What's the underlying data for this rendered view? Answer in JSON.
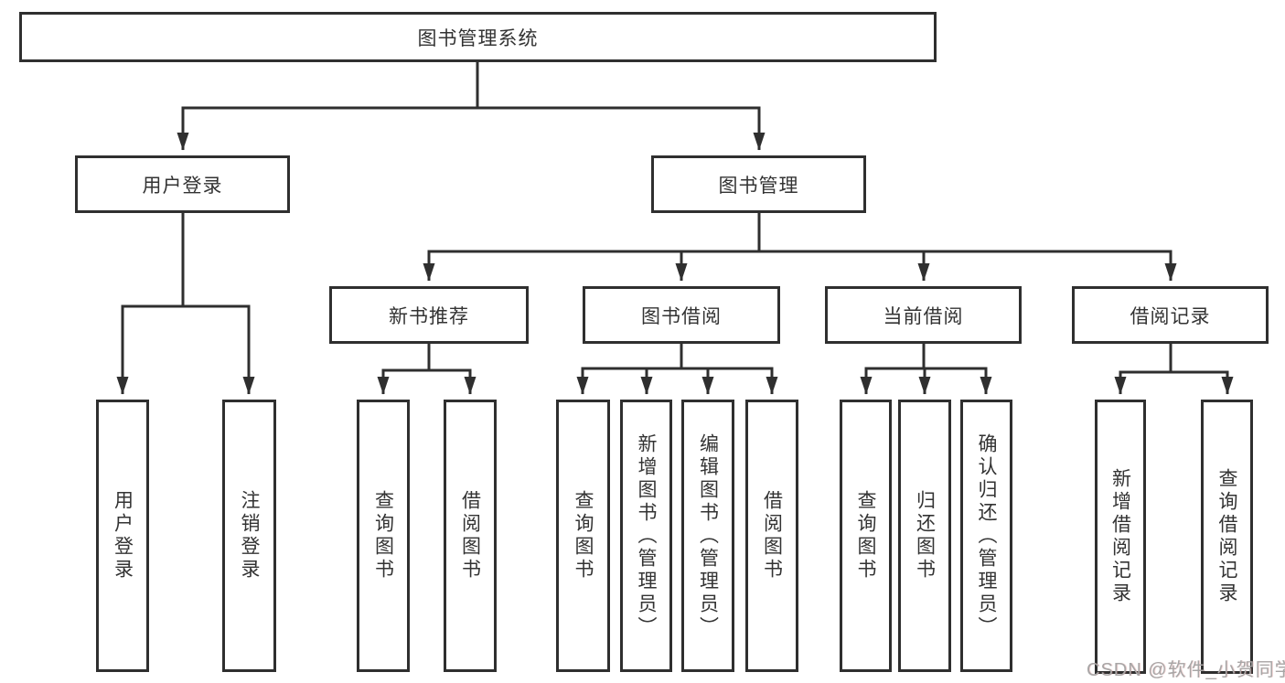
{
  "diagram": {
    "title": "图书管理系统",
    "type": "hierarchy-tree",
    "line_color": "#333333",
    "box_border_color": "#2f2f2f",
    "text_color": "#333333",
    "background_color": "#ffffff"
  },
  "nodes": {
    "root": {
      "label": "图书管理系统"
    },
    "user_login": {
      "label": "用户登录"
    },
    "book_management": {
      "label": "图书管理"
    },
    "new_book_recommend": {
      "label": "新书推荐"
    },
    "book_borrow": {
      "label": "图书借阅"
    },
    "current_borrow": {
      "label": "当前借阅"
    },
    "borrow_records": {
      "label": "借阅记录"
    },
    "leaf_user_login": {
      "label": "用户登录"
    },
    "leaf_logout": {
      "label": "注销登录"
    },
    "leaf_query_books_1": {
      "label": "查询图书"
    },
    "leaf_borrow_books_1": {
      "label": "借阅图书"
    },
    "leaf_query_books_2": {
      "label": "查询图书"
    },
    "leaf_add_books_admin": {
      "label": "新增图书（管理员）"
    },
    "leaf_edit_books_admin": {
      "label": "编辑图书（管理员）"
    },
    "leaf_borrow_books_2": {
      "label": "借阅图书"
    },
    "leaf_query_books_3": {
      "label": "查询图书"
    },
    "leaf_return_books": {
      "label": "归还图书"
    },
    "leaf_confirm_return_admin": {
      "label": "确认归还（管理员）"
    },
    "leaf_add_borrow_record": {
      "label": "新增借阅记录"
    },
    "leaf_query_borrow_record": {
      "label": "查询借阅记录"
    }
  },
  "edges": [
    [
      "root",
      "user_login"
    ],
    [
      "root",
      "book_management"
    ],
    [
      "user_login",
      "leaf_user_login"
    ],
    [
      "user_login",
      "leaf_logout"
    ],
    [
      "book_management",
      "new_book_recommend"
    ],
    [
      "book_management",
      "book_borrow"
    ],
    [
      "book_management",
      "current_borrow"
    ],
    [
      "book_management",
      "borrow_records"
    ],
    [
      "new_book_recommend",
      "leaf_query_books_1"
    ],
    [
      "new_book_recommend",
      "leaf_borrow_books_1"
    ],
    [
      "book_borrow",
      "leaf_query_books_2"
    ],
    [
      "book_borrow",
      "leaf_add_books_admin"
    ],
    [
      "book_borrow",
      "leaf_edit_books_admin"
    ],
    [
      "book_borrow",
      "leaf_borrow_books_2"
    ],
    [
      "current_borrow",
      "leaf_query_books_3"
    ],
    [
      "current_borrow",
      "leaf_return_books"
    ],
    [
      "current_borrow",
      "leaf_confirm_return_admin"
    ],
    [
      "borrow_records",
      "leaf_add_borrow_record"
    ],
    [
      "borrow_records",
      "leaf_query_borrow_record"
    ]
  ],
  "watermark": {
    "text": "CSDN @软件_小贺同学",
    "color": "#a8a6a6"
  }
}
